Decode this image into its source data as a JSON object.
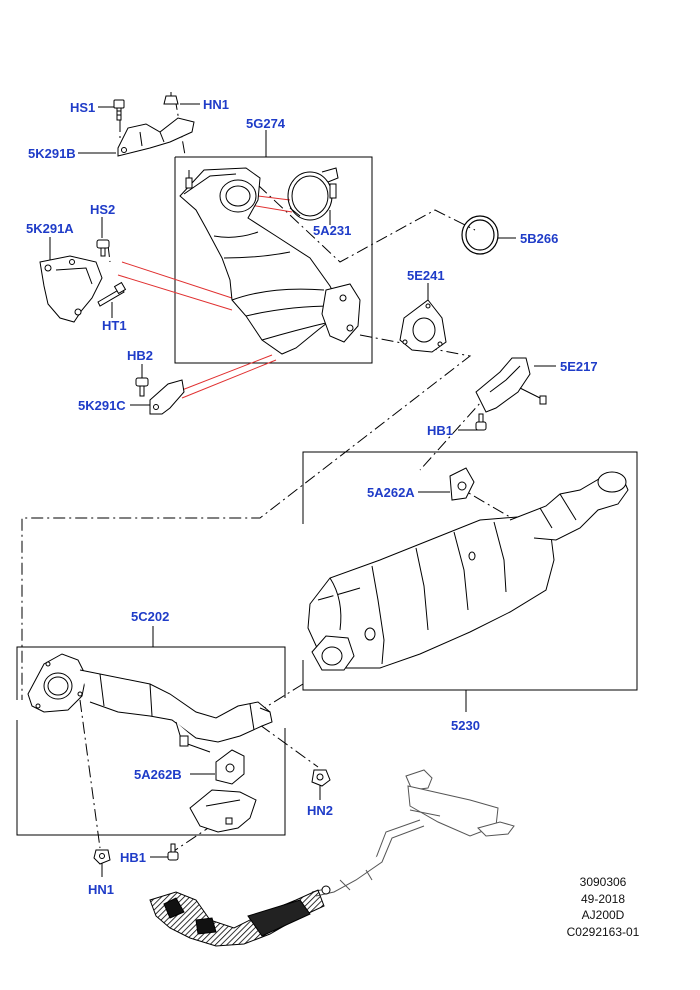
{
  "labels": {
    "hs1": "HS1",
    "hn1_top": "HN1",
    "p5k291b": "5K291B",
    "p5g274": "5G274",
    "hs2": "HS2",
    "p5k291a": "5K291A",
    "p5a231": "5A231",
    "p5b266": "5B266",
    "p5e241": "5E241",
    "ht1": "HT1",
    "hb2": "HB2",
    "p5k291c": "5K291C",
    "p5e217": "5E217",
    "hb1_mid": "HB1",
    "p5a262a": "5A262A",
    "p5c202": "5C202",
    "p5230": "5230",
    "p5a262b": "5A262B",
    "hn2": "HN2",
    "hb1_low": "HB1",
    "hn1_low": "HN1"
  },
  "reference": [
    "3090306",
    "49-2018",
    "AJ200D",
    "C0292163-01"
  ],
  "colors": {
    "label": "#1f3cc8",
    "callout_line": "#e03030",
    "line": "#000000"
  }
}
